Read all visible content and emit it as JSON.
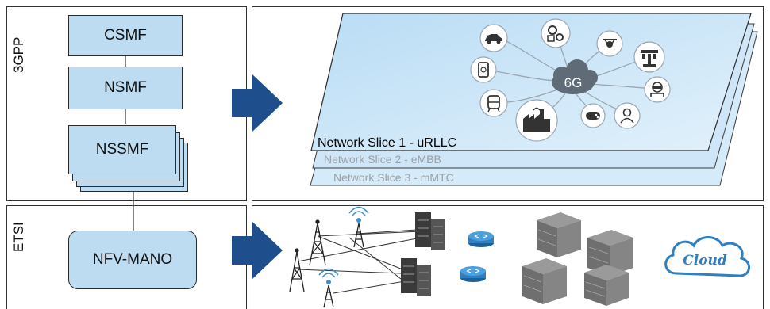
{
  "regions": {
    "top_label": "3GPP",
    "bottom_label": "ETSI"
  },
  "functions": {
    "csmf": "CSMF",
    "nsmf": "NSMF",
    "nssmf": "NSSMF",
    "nfv_mano": "NFV-MANO"
  },
  "slices": [
    {
      "label": "Network Slice 1 - uRLLC"
    },
    {
      "label": "Network Slice 2 - eMBB"
    },
    {
      "label": "Network Slice 3 - mMTC"
    }
  ],
  "hub": {
    "label": "6G",
    "devices": [
      "car-icon",
      "gear-chip-icon",
      "drone-icon",
      "robot-arm-icon",
      "tablet-icon",
      "tram-icon",
      "factory-icon",
      "gamepad-icon",
      "person-icon",
      "vr-headset-icon"
    ]
  },
  "infrastructure": {
    "cloud_label": "Cloud",
    "colors": {
      "box_fill": "#bddcf2",
      "arrow": "#1f4e8c",
      "slice_fill": "#c9e3f7",
      "server": "#7a7a7a",
      "router": "#2f7fc1"
    }
  }
}
